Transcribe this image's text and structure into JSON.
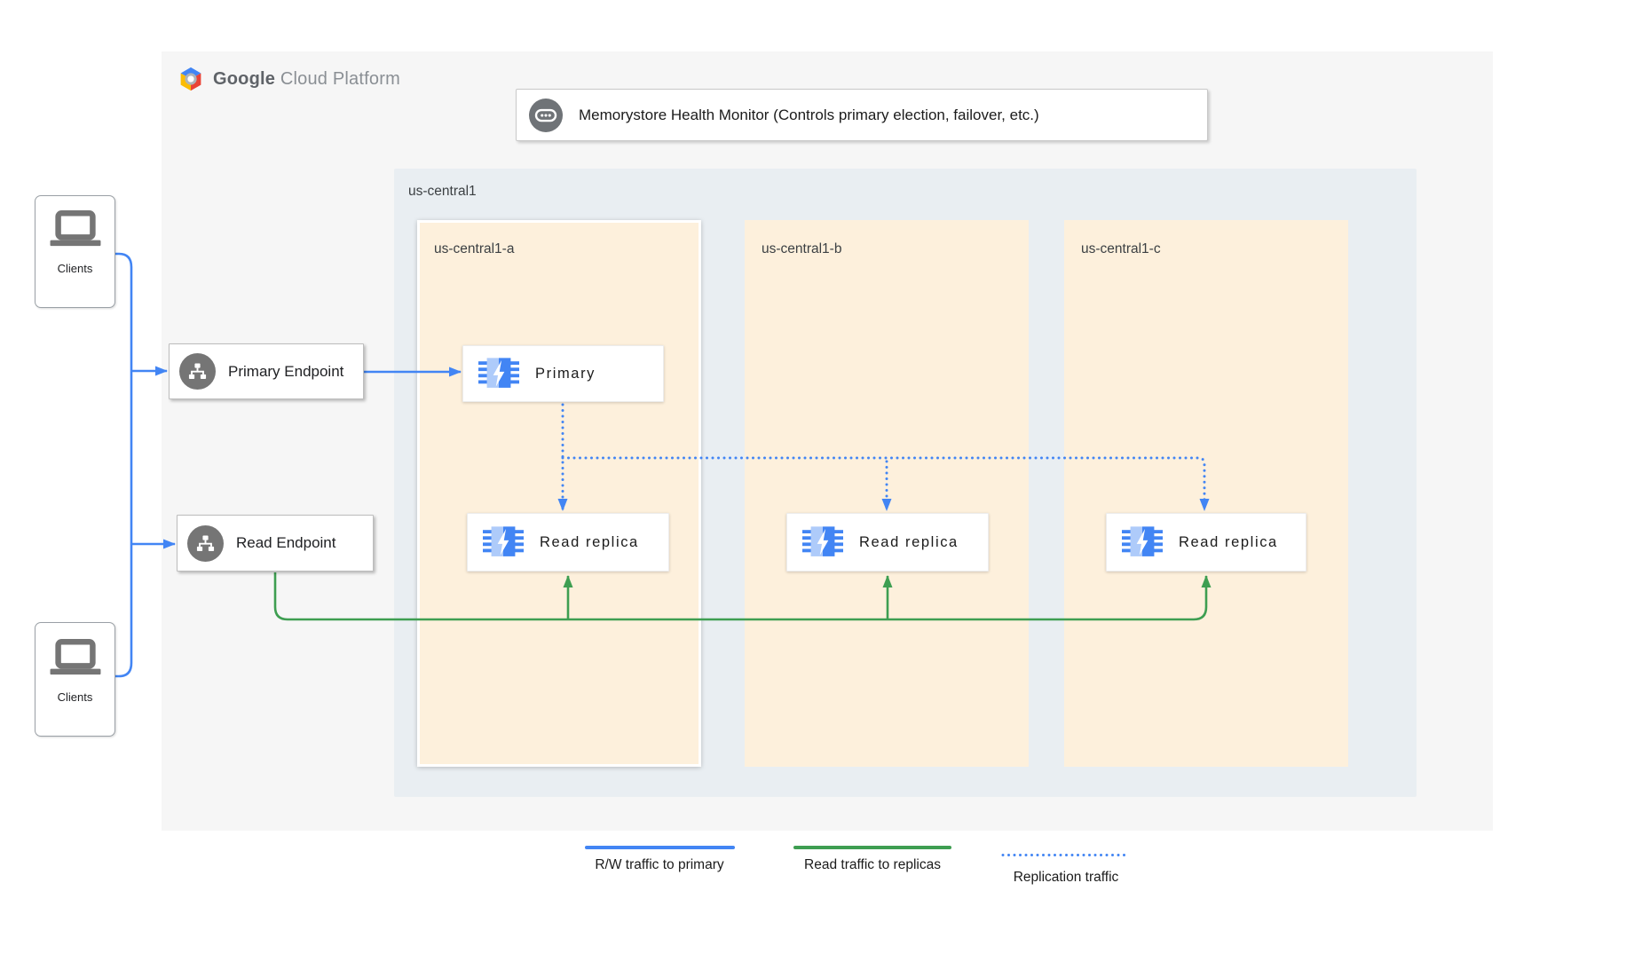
{
  "gcp": {
    "brand_bold": "Google",
    "brand_light": "Cloud Platform"
  },
  "monitor": {
    "label": "Memorystore Health Monitor (Controls primary election, failover, etc.)"
  },
  "region": {
    "label": "us-central1",
    "zones": [
      {
        "label": "us-central1-a",
        "highlighted": true
      },
      {
        "label": "us-central1-b",
        "highlighted": false
      },
      {
        "label": "us-central1-c",
        "highlighted": false
      }
    ]
  },
  "clients": [
    {
      "label": "Clients"
    },
    {
      "label": "Clients"
    }
  ],
  "endpoints": {
    "primary": {
      "label": "Primary Endpoint"
    },
    "read": {
      "label": "Read Endpoint"
    }
  },
  "nodes": {
    "primary": {
      "label": "Primary"
    },
    "replicas": [
      {
        "label": "Read replica"
      },
      {
        "label": "Read replica"
      },
      {
        "label": "Read replica"
      }
    ]
  },
  "legend": {
    "items": [
      {
        "label": "R/W traffic to primary",
        "style": "solid",
        "color": "#4285f4"
      },
      {
        "label": "Read traffic to replicas",
        "style": "solid",
        "color": "#3E9E51"
      },
      {
        "label": "Replication traffic",
        "style": "dotted",
        "color": "#4285f4"
      }
    ]
  },
  "connections": [
    {
      "from": "clients",
      "to": "primary-endpoint",
      "type": "rw-traffic"
    },
    {
      "from": "clients",
      "to": "read-endpoint",
      "type": "rw-traffic"
    },
    {
      "from": "primary-endpoint",
      "to": "primary",
      "type": "rw-traffic"
    },
    {
      "from": "primary",
      "to": "read-replica-a",
      "type": "replication"
    },
    {
      "from": "primary",
      "to": "read-replica-b",
      "type": "replication"
    },
    {
      "from": "primary",
      "to": "read-replica-c",
      "type": "replication"
    },
    {
      "from": "read-endpoint",
      "to": "read-replica-a",
      "type": "read-traffic"
    },
    {
      "from": "read-endpoint",
      "to": "read-replica-b",
      "type": "read-traffic"
    },
    {
      "from": "read-endpoint",
      "to": "read-replica-c",
      "type": "read-traffic"
    }
  ],
  "icons": {
    "gcp_logo": "gcp-hexagon-icon",
    "monitor": "memcache-dots-icon",
    "endpoint": "network-sitemap-icon",
    "node": "memorystore-chip-icon",
    "client": "laptop-icon"
  },
  "colors": {
    "blue": "#4285f4",
    "green": "#3E9E51",
    "container_bg": "#f6f6f6",
    "region_bg": "#e9eef2",
    "zone_bg": "#fdf0dc",
    "icon_gray": "#757575",
    "light_blue": "#aecbfa"
  }
}
